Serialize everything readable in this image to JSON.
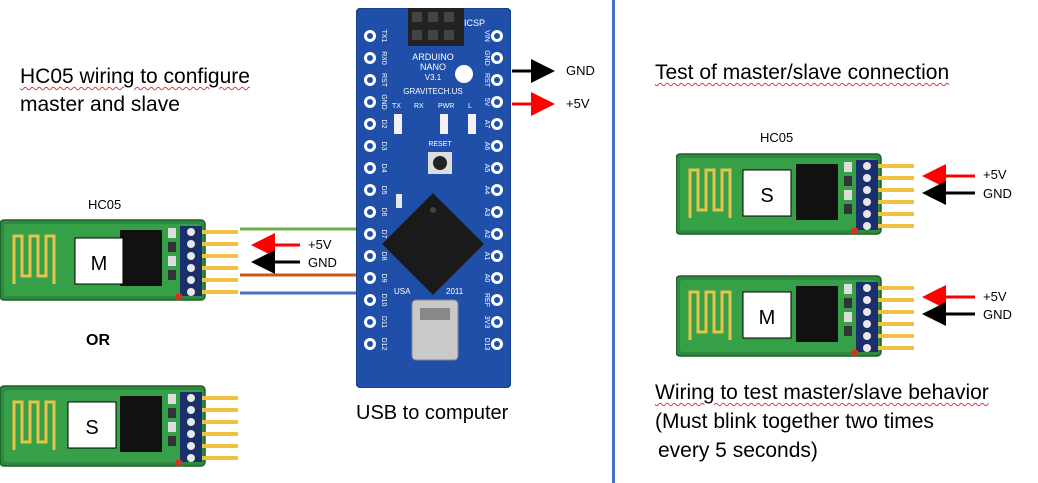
{
  "left": {
    "title_line1": "HC05 wiring to configure",
    "title_line2": "master and slave",
    "module_label": "HC05",
    "master_letter": "M",
    "or_text": "OR",
    "slave_letter": "S",
    "plus5v": "+5V",
    "gnd": "GND"
  },
  "board": {
    "name_line1": "ARDUINO",
    "name_line2": "NANO",
    "version": "V3.1",
    "maker": "GRAVITECH.US",
    "icsp_label": "ICSP",
    "reset_label": "RESET",
    "country": "USA",
    "year": "2011",
    "led_labels": [
      "TX",
      "RX",
      "PWR",
      "L"
    ],
    "left_pins": [
      "TX1",
      "RX0",
      "RST",
      "GND",
      "D2",
      "D3",
      "D4",
      "D5",
      "D6",
      "D7",
      "D8",
      "D9",
      "D10",
      "D11",
      "D12"
    ],
    "right_pins": [
      "VIN",
      "GND",
      "RST",
      "5V",
      "A7",
      "A6",
      "A5",
      "A4",
      "A3",
      "A2",
      "A1",
      "A0",
      "REF",
      "3V3",
      "D13"
    ],
    "gnd_arrow_label": "GND",
    "v5_arrow_label": "+5V",
    "usb_caption": "USB to computer"
  },
  "right": {
    "title": "Test of master/slave connection",
    "module_label": "HC05",
    "slave_letter": "S",
    "master_letter": "M",
    "plus5v_1": "+5V",
    "gnd_1": "GND",
    "plus5v_2": "+5V",
    "gnd_2": "GND",
    "caption_line1": "Wiring to test master/slave behavior",
    "caption_line2": "(Must blink together two times",
    "caption_line3": "every 5 seconds)"
  },
  "colors": {
    "divider": "#4472c4",
    "wire_green": "#70ad47",
    "wire_orange": "#c55a11",
    "wire_blue": "#4472c4",
    "arrow_red": "#ff0000",
    "arrow_black": "#000000",
    "pcb_green": "#2e8b3e",
    "board_blue": "#1f4fa8"
  }
}
